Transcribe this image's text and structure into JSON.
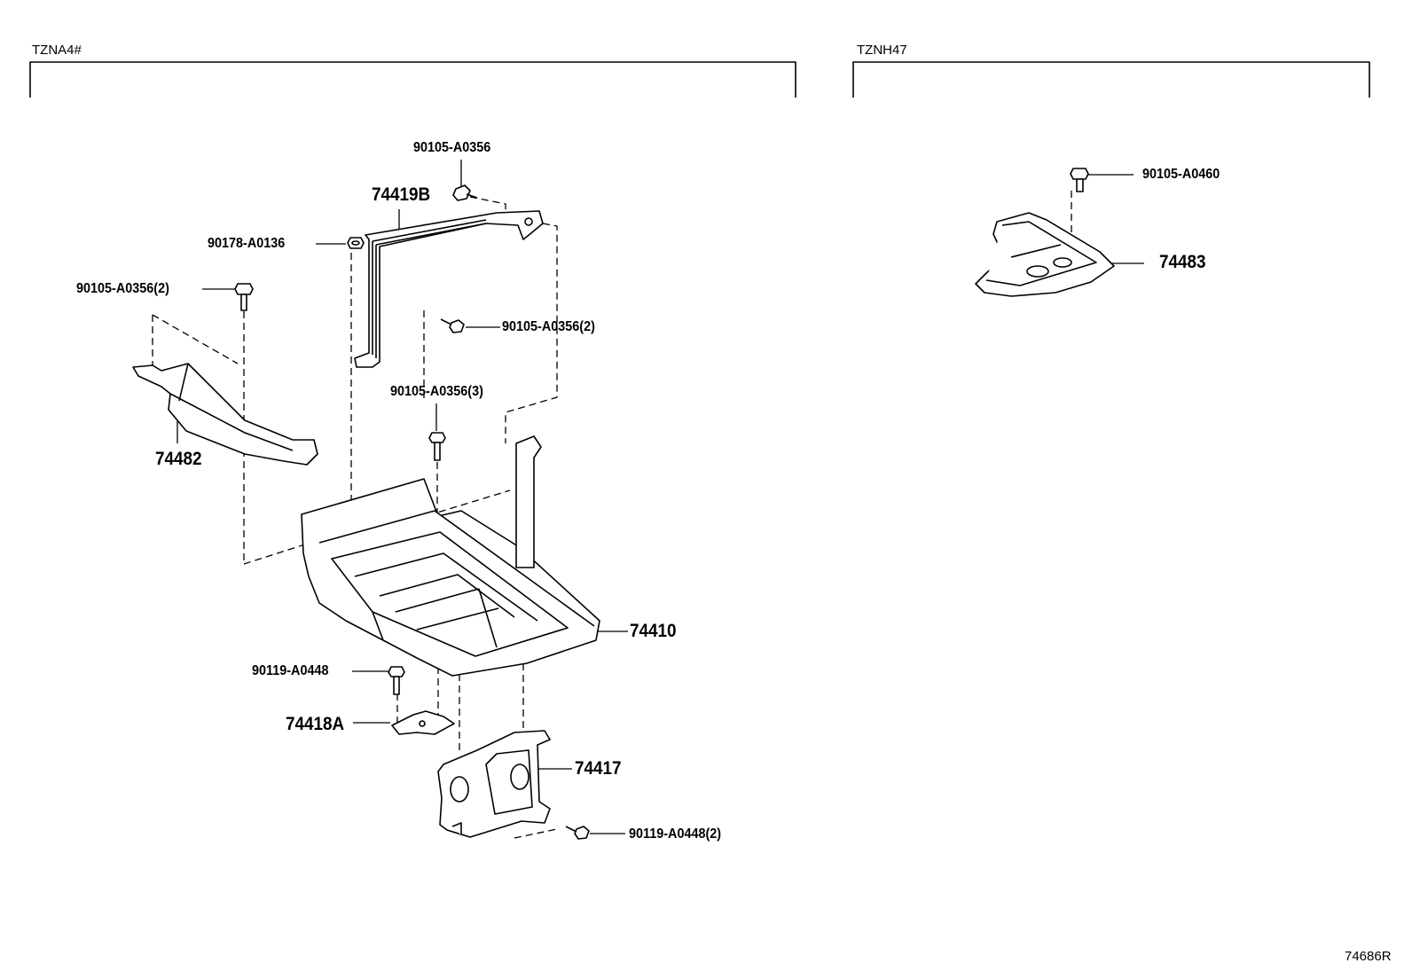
{
  "sections": {
    "left": "TZNA4#",
    "right": "TZNH47"
  },
  "labels": {
    "bolt_top": "90105-A0356",
    "bracket_b": "74419B",
    "nut": "90178-A0136",
    "bolt_left_2": "90105-A0356(2)",
    "bolt_mid_2": "90105-A0356(2)",
    "bolt_mid_3": "90105-A0356(3)",
    "left_bracket": "74482",
    "tray": "74410",
    "bolt_lower": "90119-A0448",
    "bracket_a": "74418A",
    "support": "74417",
    "bolt_lower_2": "90119-A0448(2)",
    "bolt_right": "90105-A0460",
    "right_tray": "74483"
  },
  "diagram_ref": "74686R"
}
